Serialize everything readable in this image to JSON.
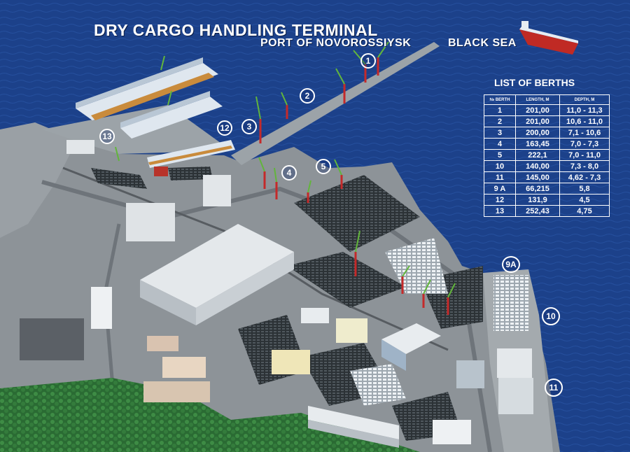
{
  "header": {
    "title": "DRY CARGO HANDLING TERMINAL",
    "port": "PORT OF NOVOROSSIYSK",
    "sea": "BLACK SEA"
  },
  "legend": {
    "title": "LIST OF BERTHS",
    "columns": [
      "№ BERTH",
      "LENGTH, M",
      "DEPTH, M"
    ],
    "rows": [
      [
        "1",
        "201,00",
        "11,0 - 11,3"
      ],
      [
        "2",
        "201,00",
        "10,6 - 11,0"
      ],
      [
        "3",
        "200,00",
        "7,1 - 10,6"
      ],
      [
        "4",
        "163,45",
        "7,0 - 7,3"
      ],
      [
        "5",
        "222,1",
        "7,0 - 11,0"
      ],
      [
        "10",
        "140,00",
        "7,3 - 8,0"
      ],
      [
        "11",
        "145,00",
        "4,62 - 7,3"
      ],
      [
        "9 A",
        "66,215",
        "5,8"
      ],
      [
        "12",
        "131,9",
        "4,5"
      ],
      [
        "13",
        "252,43",
        "4,75"
      ]
    ]
  },
  "berth_markers": [
    "1",
    "2",
    "3",
    "4",
    "5",
    "12",
    "13",
    "9A",
    "10",
    "11"
  ],
  "colors": {
    "sea": "#1b3f86",
    "land": "#8d9398",
    "road": "#6e747a",
    "building": "#d9dde0",
    "crane": "#c42a2a",
    "vegetation": "#2f7a3a"
  }
}
